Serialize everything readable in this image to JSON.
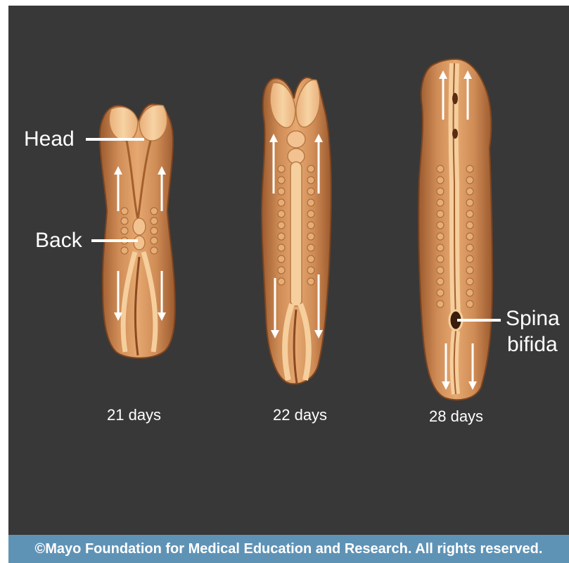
{
  "labels": {
    "head": "Head",
    "back": "Back",
    "spina": "Spina",
    "bifida": "bifida"
  },
  "stages": [
    {
      "caption": "21 days"
    },
    {
      "caption": "22 days"
    },
    {
      "caption": "28 days"
    }
  ],
  "footer": {
    "copyright": "©Mayo Foundation for Medical Education and Research.  All rights reserved."
  },
  "colors": {
    "background": "#383838",
    "embryo_fill": "#c9834e",
    "embryo_highlight": "#f0c08a",
    "embryo_outline": "#8c4f27",
    "footer": "#5f93b6",
    "text": "#ffffff"
  }
}
